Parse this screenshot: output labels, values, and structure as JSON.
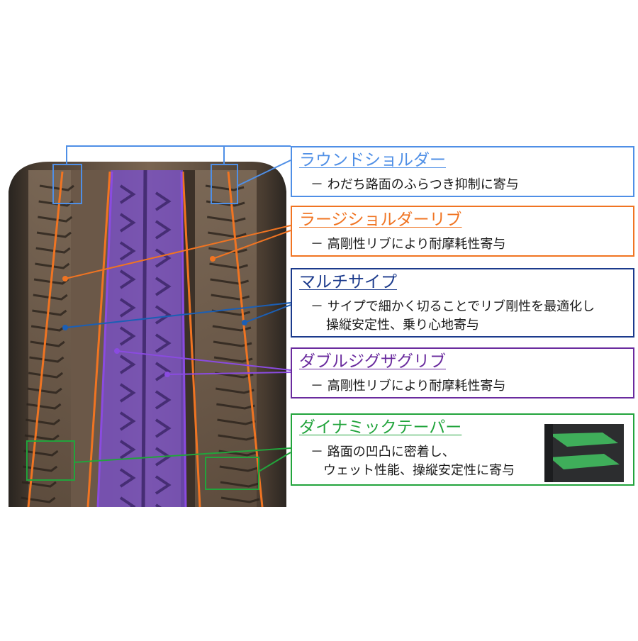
{
  "colors": {
    "round_shoulder": "#4f8fe6",
    "large_shoulder_rib": "#f07422",
    "multi_sipe": "#1b3a8c",
    "double_zigzag_rib": "#6a2b9e",
    "dynamic_taper": "#22a43c",
    "center_rib_tint": "#7a4fd6",
    "tire_rubber": "#5c4a3b"
  },
  "callouts": [
    {
      "id": "round_shoulder",
      "title": "ラウンドショルダー",
      "lines": [
        "－ わだち路面のふらつき抑制に寄与"
      ]
    },
    {
      "id": "large_shoulder_rib",
      "title": "ラージショルダーリブ",
      "lines": [
        "－ 高剛性リブにより耐摩耗性寄与"
      ]
    },
    {
      "id": "multi_sipe",
      "title": "マルチサイプ",
      "lines": [
        "－ サイプで細かく切ることでリブ剛性を最適化し",
        "操縦安定性、乗り心地寄与"
      ]
    },
    {
      "id": "double_zigzag_rib",
      "title": "ダブルジグザグリブ",
      "lines": [
        "－ 高剛性リブにより耐摩耗性寄与"
      ]
    },
    {
      "id": "dynamic_taper",
      "title": "ダイナミックテーパー",
      "lines": [
        "－ 路面の凹凸に密着し、",
        "ウェット性能、操縦安定性に寄与"
      ]
    }
  ]
}
